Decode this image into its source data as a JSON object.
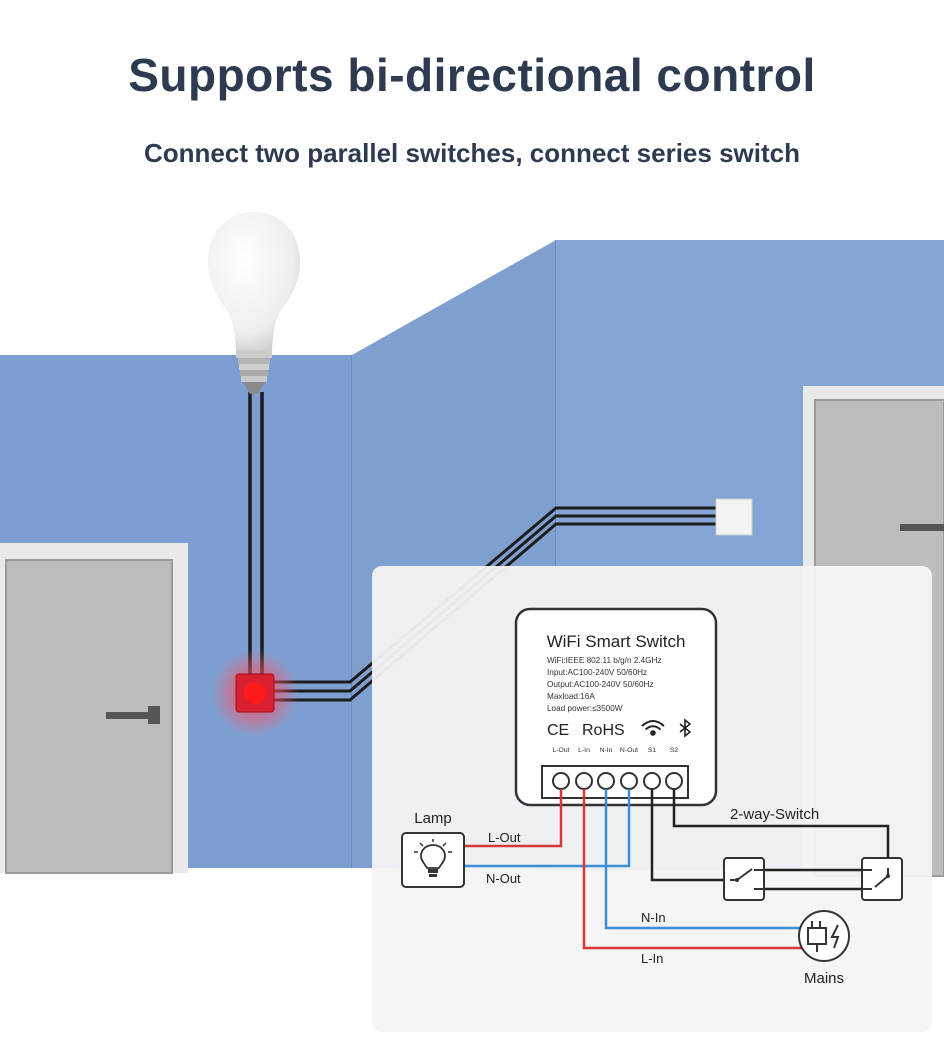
{
  "header": {
    "title": "Supports bi-directional control",
    "subtitle": "Connect two parallel switches, connect series switch"
  },
  "device": {
    "name": "WiFi Smart Switch",
    "specs": [
      "WiFi:IEEE 802.11 b/g/n 2.4GHz",
      "Input:AC100-240V 50/60Hz",
      "Output:AC100-240V 50/60Hz",
      "Maxload:16A",
      "Load power:≤3500W"
    ],
    "cert_ce": "CE",
    "cert_rohs": "RoHS",
    "icons": [
      "wifi-icon",
      "bluetooth-icon"
    ],
    "terminals": [
      "L-Out",
      "L-In",
      "N-In",
      "N-Out",
      "S1",
      "S2"
    ]
  },
  "wiring": {
    "lamp_label": "Lamp",
    "l_out": "L-Out",
    "n_out": "N-Out",
    "n_in": "N-In",
    "l_in": "L-In",
    "switch_label": "2-way-Switch",
    "mains_label": "Mains"
  },
  "colors": {
    "wall": "#7d9fcf",
    "live_wire": "#d9363a",
    "neutral_wire": "#3a8fd6",
    "switch_wire": "#222222",
    "indicator": "#e8202a"
  }
}
